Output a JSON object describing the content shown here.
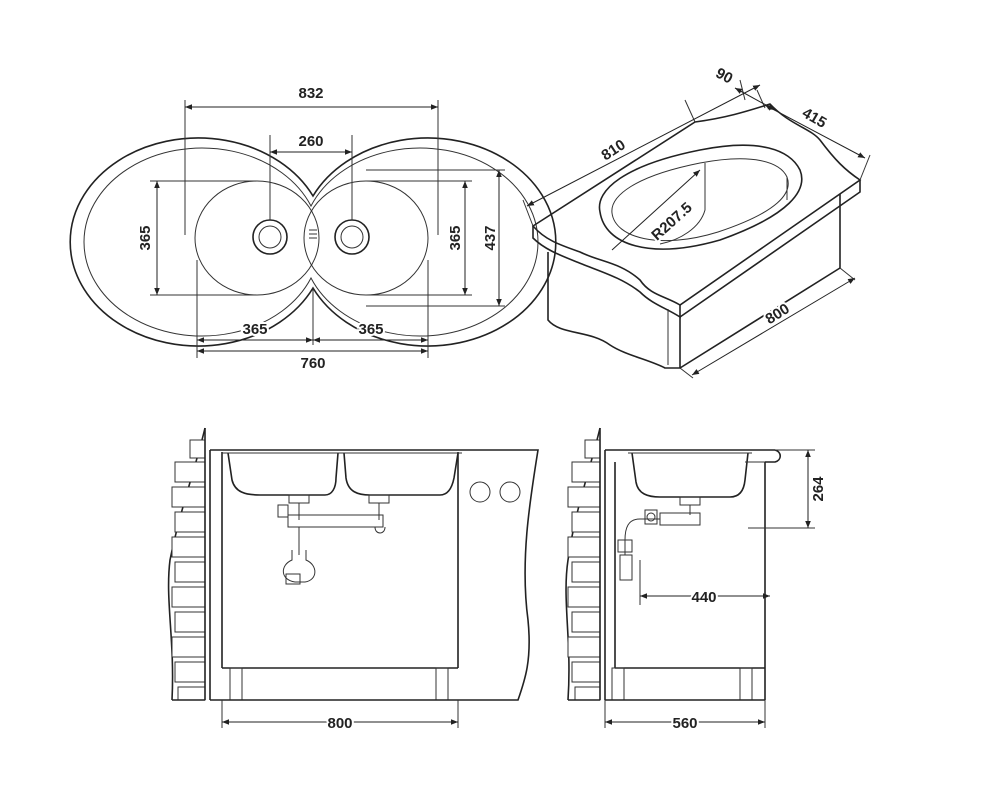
{
  "top_view": {
    "overall_width": "832",
    "drain_spacing": "260",
    "bowl_height_left": "365",
    "bowl_height_right": "365",
    "overall_depth": "437",
    "bowl_width_left": "365",
    "bowl_width_right": "365",
    "cutout_width": "760"
  },
  "iso_view": {
    "rim_width": "90",
    "overall_length": "810",
    "overall_depth": "415",
    "bowl_radius": "R207.5",
    "cabinet_width": "800"
  },
  "front_view": {
    "cabinet_width": "800"
  },
  "side_view": {
    "bowl_depth": "264",
    "drain_offset": "440",
    "cabinet_depth": "560"
  }
}
